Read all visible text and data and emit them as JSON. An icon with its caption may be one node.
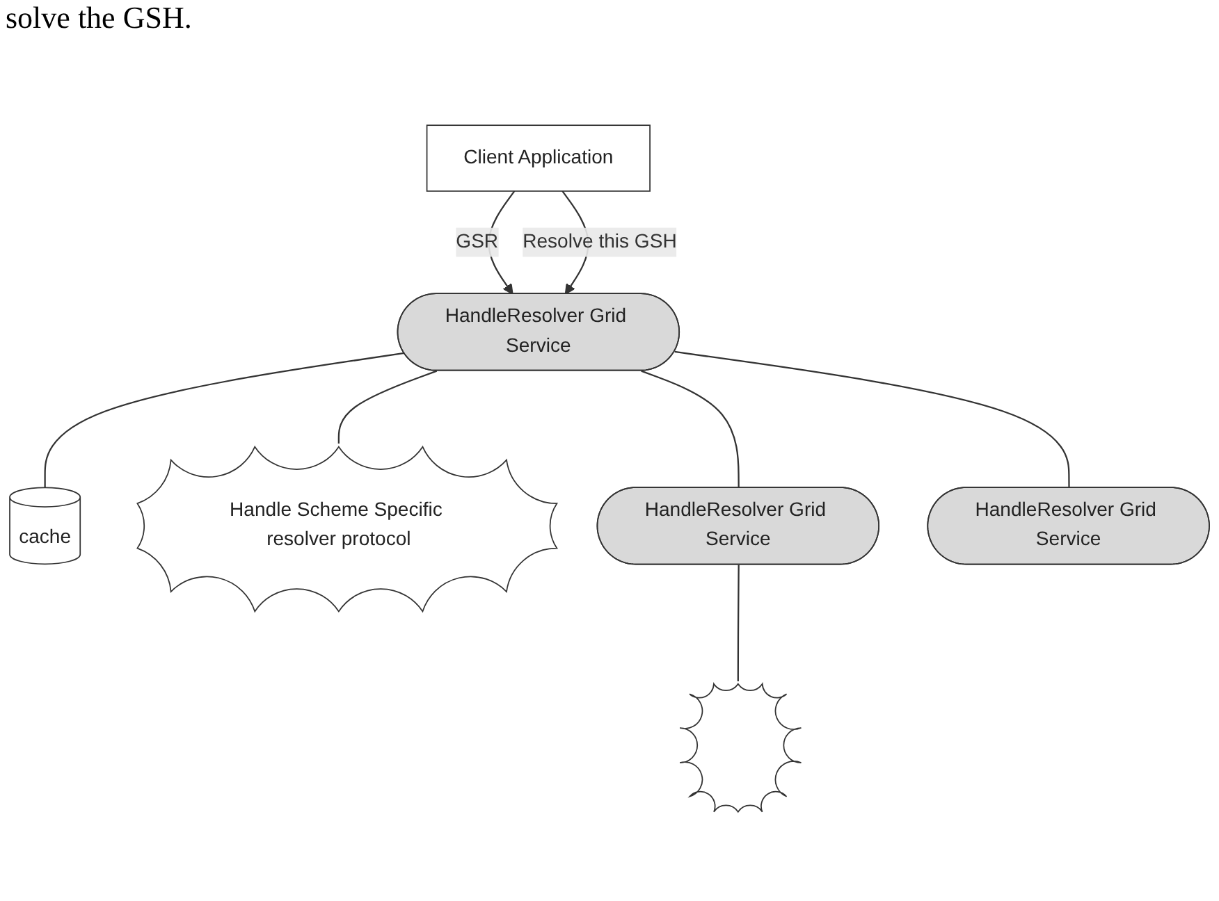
{
  "diagram": {
    "nodes": [
      {
        "text": [
          "Client Application"
        ]
      },
      {
        "text": [
          "HandleResolver Grid Service"
        ]
      },
      {
        "text": [
          "cache"
        ]
      },
      {
        "text": [
          "Handle Scheme Specific resolver protocol"
        ]
      },
      {
        "text": [
          "HandleResolver Grid Service"
        ]
      },
      {
        "text": [
          "HandleResolver Grid Service"
        ]
      },
      {
        "text": [],
        "shape": "star"
      }
    ],
    "edges": [
      {
        "from": 0,
        "to": 1,
        "arrow": "to",
        "label": "GSR"
      },
      {
        "from": 0,
        "to": 1,
        "arrow": "to",
        "label": "Resolve this GSH"
      },
      {
        "from": 1,
        "to": 3,
        "arrow": "none"
      },
      {
        "from": 1,
        "to": 4,
        "arrow": "none"
      },
      {
        "from": 1,
        "to": 5,
        "arrow": "none"
      },
      {
        "from": 1,
        "to": 2,
        "arrow": "none"
      },
      {
        "from": 4,
        "to": 6,
        "arrow": "none"
      }
    ],
    "labels": [
      "solve the GSH."
    ]
  }
}
